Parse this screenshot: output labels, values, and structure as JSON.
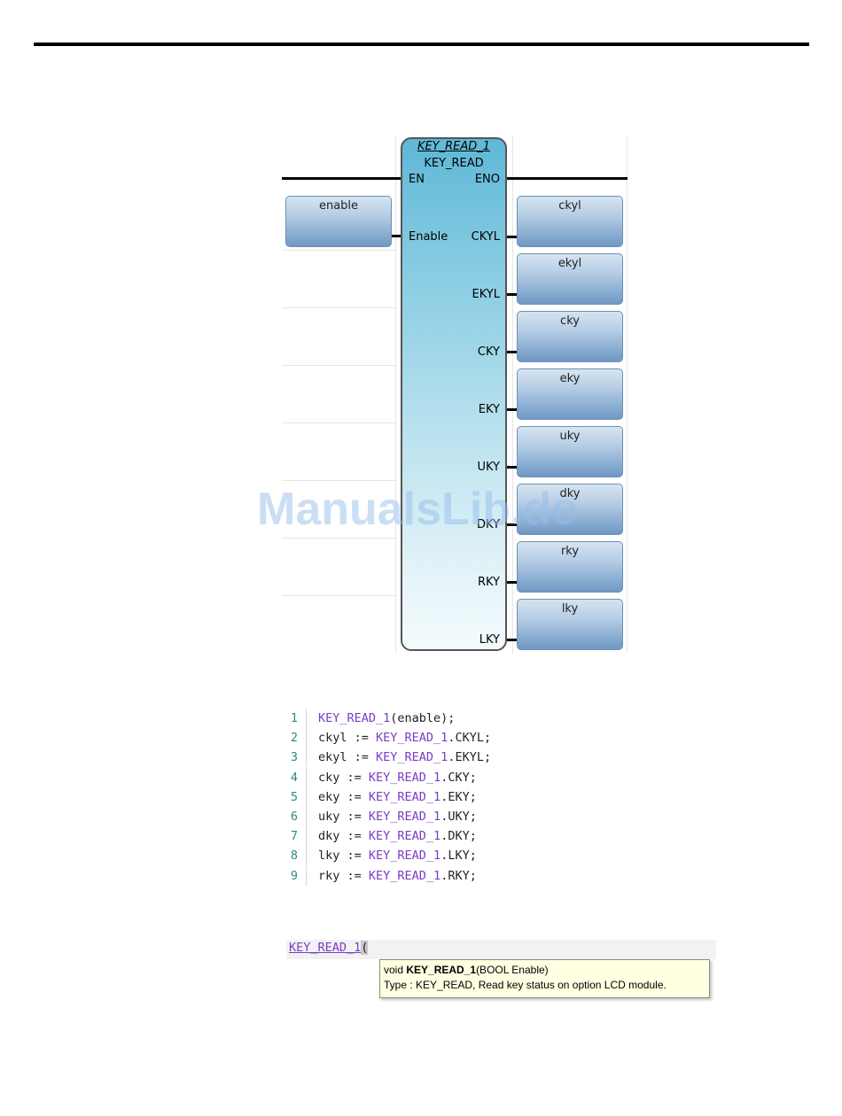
{
  "fbd": {
    "instance_name": "KEY_READ_1",
    "block_type": "KEY_READ",
    "en_pin": "EN",
    "eno_pin": "ENO",
    "input_pins": [
      {
        "label": "Enable",
        "variable": "enable"
      }
    ],
    "output_pins": [
      {
        "label": "CKYL",
        "variable": "ckyl"
      },
      {
        "label": "EKYL",
        "variable": "ekyl"
      },
      {
        "label": "CKY",
        "variable": "cky"
      },
      {
        "label": "EKY",
        "variable": "eky"
      },
      {
        "label": "UKY",
        "variable": "uky"
      },
      {
        "label": "DKY",
        "variable": "dky"
      },
      {
        "label": "RKY",
        "variable": "rky"
      },
      {
        "label": "LKY",
        "variable": "lky"
      }
    ],
    "colors": {
      "block_gradient_top": "#5eb8d6",
      "variable_box": "#8aaed2"
    }
  },
  "code": {
    "lines": [
      {
        "num": "1",
        "pre": "",
        "kw": "KEY_READ_1",
        "post": "(enable);"
      },
      {
        "num": "2",
        "pre": "ckyl := ",
        "kw": "KEY_READ_1",
        "post": ".CKYL;"
      },
      {
        "num": "3",
        "pre": "ekyl := ",
        "kw": "KEY_READ_1",
        "post": ".EKYL;"
      },
      {
        "num": "4",
        "pre": "cky := ",
        "kw": "KEY_READ_1",
        "post": ".CKY;"
      },
      {
        "num": "5",
        "pre": "eky := ",
        "kw": "KEY_READ_1",
        "post": ".EKY;"
      },
      {
        "num": "6",
        "pre": "uky := ",
        "kw": "KEY_READ_1",
        "post": ".UKY;"
      },
      {
        "num": "7",
        "pre": "dky := ",
        "kw": "KEY_READ_1",
        "post": ".DKY;"
      },
      {
        "num": "8",
        "pre": "lky := ",
        "kw": "KEY_READ_1",
        "post": ".LKY;"
      },
      {
        "num": "9",
        "pre": "rky := ",
        "kw": "KEY_READ_1",
        "post": ".RKY;"
      }
    ],
    "keyword_color": "#7a3dc7"
  },
  "autocomplete": {
    "typed_keyword": "KEY_READ_1",
    "typed_paren": "(",
    "tooltip": {
      "sig_prefix": "void ",
      "sig_name": "KEY_READ_1",
      "sig_params": "(BOOL Enable)",
      "description": "Type : KEY_READ, Read key status on option LCD module."
    }
  },
  "watermark": "ManualsLib.de"
}
